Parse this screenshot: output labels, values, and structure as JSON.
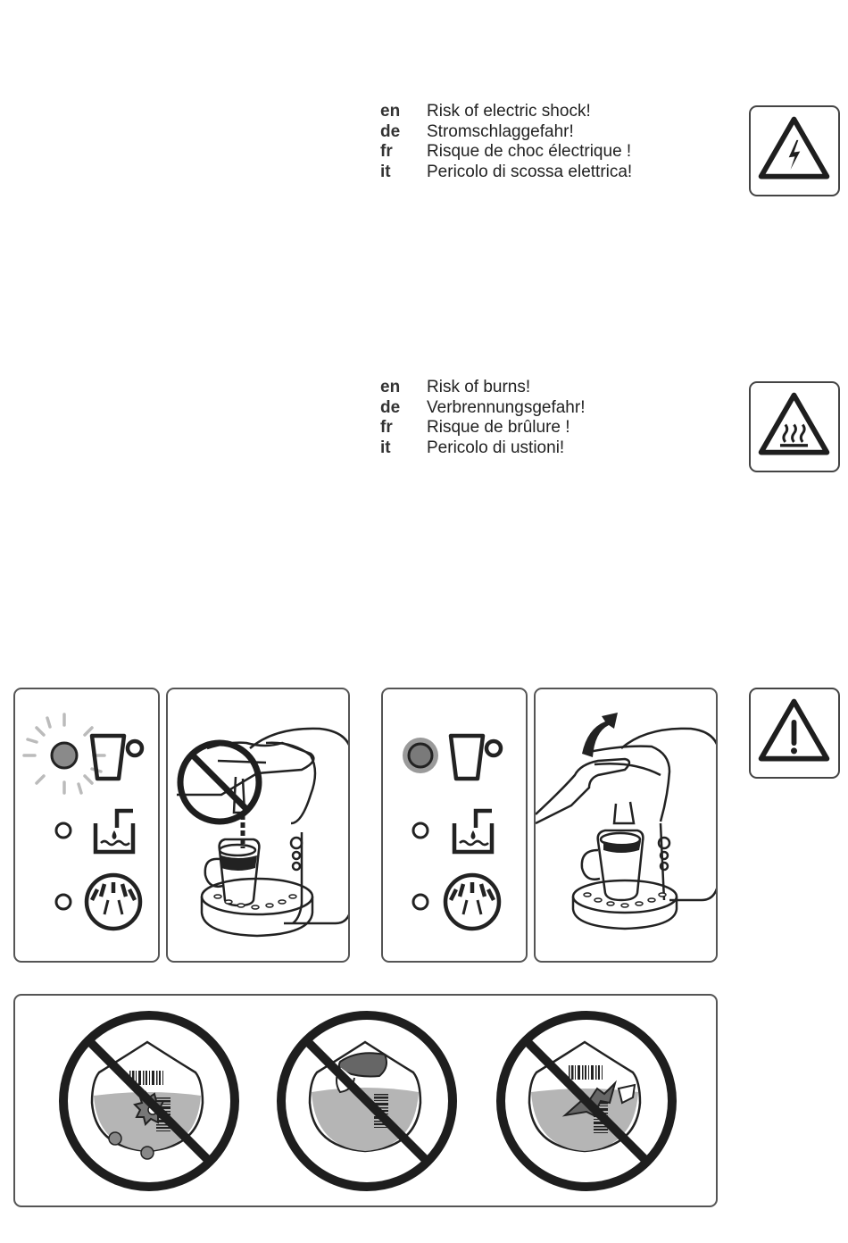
{
  "warnings": [
    {
      "id": "electric",
      "icon": "electric-shock-warning-icon",
      "rows": [
        {
          "lang": "en",
          "text": "Risk of electric shock!"
        },
        {
          "lang": "de",
          "text": "Stromschlaggefahr!"
        },
        {
          "lang": "fr",
          "text": "Risque de choc électrique !"
        },
        {
          "lang": "it",
          "text": "Pericolo di scossa elettrica!"
        }
      ]
    },
    {
      "id": "burns",
      "icon": "hot-surface-warning-icon",
      "rows": [
        {
          "lang": "en",
          "text": "Risk of burns!"
        },
        {
          "lang": "de",
          "text": "Verbrennungsgefahr!"
        },
        {
          "lang": "fr",
          "text": "Risque de brûlure !"
        },
        {
          "lang": "it",
          "text": "Pericolo di ustioni!"
        }
      ]
    }
  ],
  "general_warning_icon": "general-caution-icon",
  "illustrations": {
    "brewing_status_panel": [
      "blinking-indicator",
      "cup-icon",
      "water-tank-icon",
      "descale-icon"
    ],
    "do_not_open_panel": "prohibited-opening-during-brewing",
    "ready_status_panel": [
      "steady-indicator",
      "cup-icon",
      "water-tank-icon",
      "descale-icon"
    ],
    "open_after_brewing_panel": "lift-lid-after-brewing",
    "prohibited_capsules": [
      "pierced-capsule",
      "opened-capsule",
      "torn-capsule"
    ]
  },
  "colors": {
    "line": "#222222",
    "liquid": "#b5b5b5",
    "border": "#555555"
  }
}
